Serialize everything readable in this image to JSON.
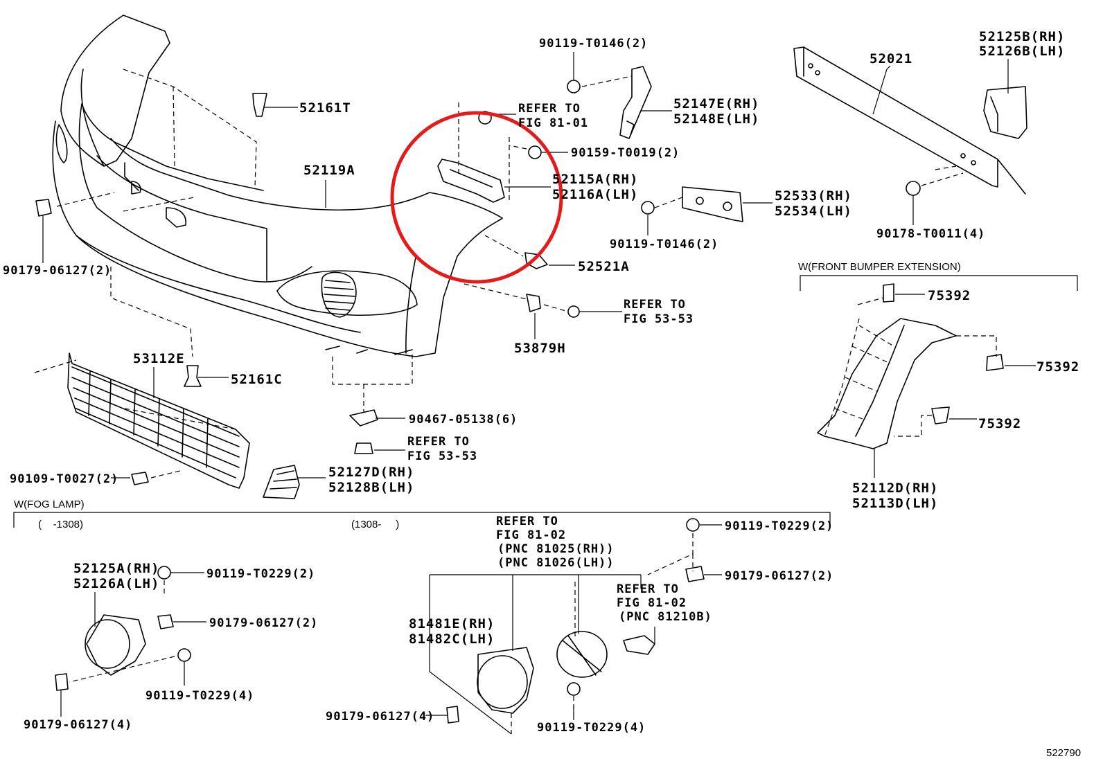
{
  "labels": {
    "l_52161T": "52161T",
    "l_52119A": "52119A",
    "l_90179_06127_2a": "90179-06127(2)",
    "l_53112E": "53112E",
    "l_52161C": "52161C",
    "l_90109": "90109-T0027(2)",
    "l_90467": "90467-05138(6)",
    "l_refer_53_top1": "REFER TO",
    "l_refer_53_top2": "FIG 53-53",
    "l_52127D": "52127D(RH)",
    "l_52128B": "52128B(LH)",
    "l_90119_T0146a": "90119-T0146(2)",
    "l_refer_81_01a": "REFER TO",
    "l_refer_81_01b": "FIG 81-01",
    "l_52147E": "52147E(RH)",
    "l_52148E": "52148E(LH)",
    "l_90159": "90159-T0019(2)",
    "l_52115A": "52115A(RH)",
    "l_52116A": "52116A(LH)",
    "l_52533": "52533(RH)",
    "l_52534": "52534(LH)",
    "l_90119_T0146b": "90119-T0146(2)",
    "l_52521A": "52521A",
    "l_refer_53_r1": "REFER TO",
    "l_refer_53_r2": "FIG 53-53",
    "l_53879H": "53879H",
    "l_52021": "52021",
    "l_52125B": "52125B(RH)",
    "l_52126B": "52126B(LH)",
    "l_90178": "90178-T0011(4)",
    "l_ext_title": "W(FRONT BUMPER EXTENSION)",
    "l_75392a": "75392",
    "l_75392b": "75392",
    "l_75392c": "75392",
    "l_52112D": "52112D(RH)",
    "l_52113D": "52113D(LH)",
    "l_fog_title": "W(FOG LAMP)",
    "l_range1": "(    -1308)",
    "l_range2": "(1308-     )",
    "l_52125A": "52125A(RH)",
    "l_52126A": "52126A(LH)",
    "l_90119_T0229_2a": "90119-T0229(2)",
    "l_90179_06127_2b": "90179-06127(2)",
    "l_90119_T0229_4a": "90119-T0229(4)",
    "l_90179_06127_4a": "90179-06127(4)",
    "l_refer_81_02a": "REFER TO",
    "l_refer_81_02b": "FIG 81-02",
    "l_pnc_81025": "(PNC 81025(RH))",
    "l_pnc_81026": "(PNC 81026(LH))",
    "l_90119_T0229_2b": "90119-T0229(2)",
    "l_90179_06127_2c": "90179-06127(2)",
    "l_refer_81_02c": "REFER TO",
    "l_refer_81_02d": "FIG 81-02",
    "l_pnc_81210B": "(PNC 81210B)",
    "l_81481E": "81481E(RH)",
    "l_81482C": "81482C(LH)",
    "l_90179_06127_4b": "90179-06127(4)",
    "l_90119_T0229_4b": "90119-T0229(4)",
    "l_fig_id": "522790"
  },
  "colors": {
    "highlight_circle": "#e41b1b",
    "line": "#000000",
    "background": "#ffffff"
  }
}
